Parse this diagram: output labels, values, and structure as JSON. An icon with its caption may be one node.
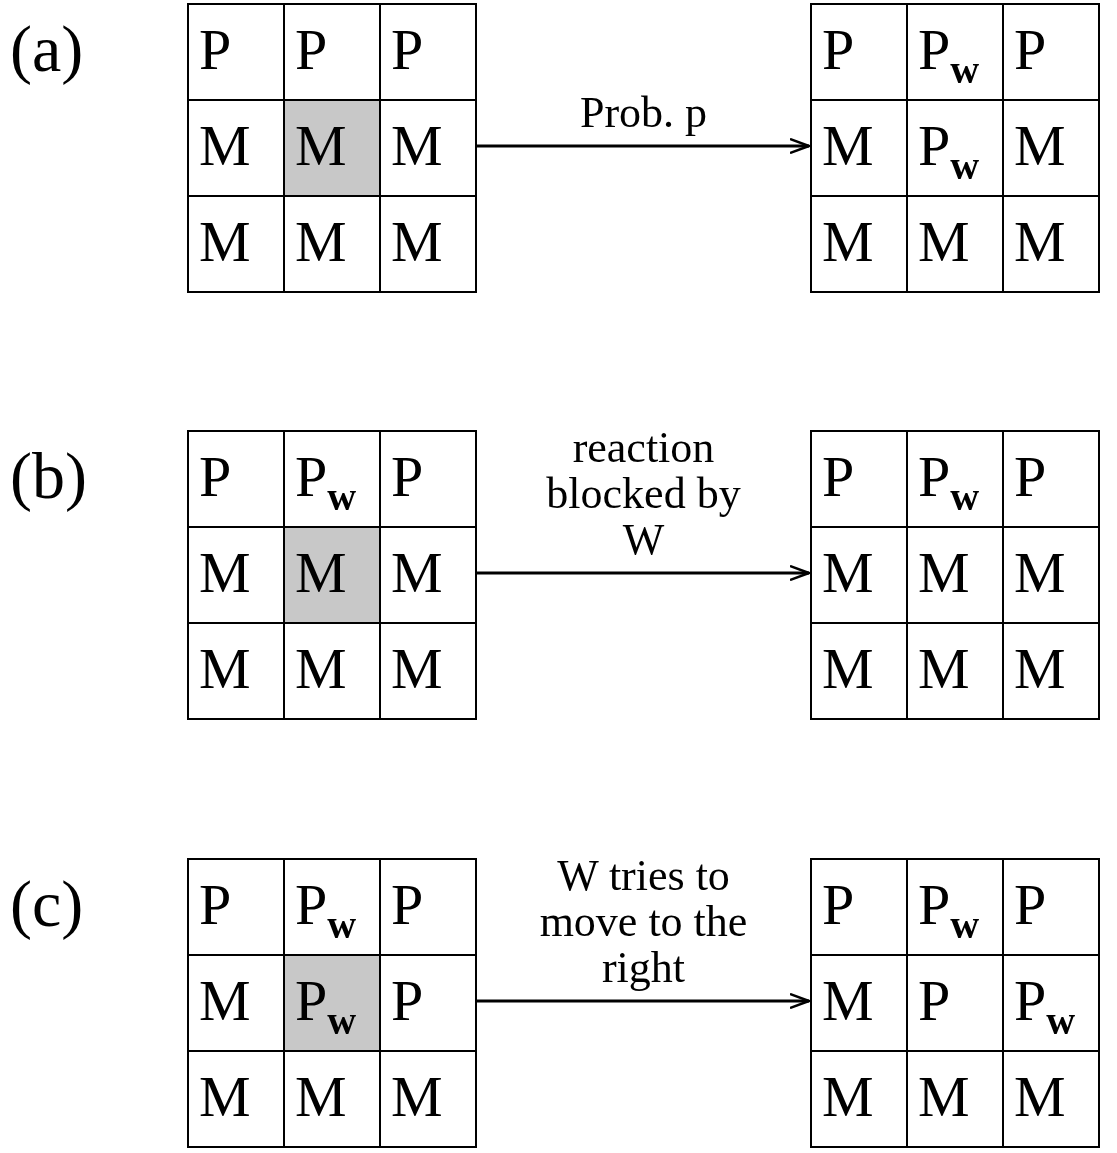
{
  "diagram": {
    "nodes": [
      {
        "text": [],
        "shape": "box"
      },
      {
        "text": [
          "P"
        ],
        "in": 0
      },
      {
        "text": [
          "P"
        ],
        "in": 0
      },
      {
        "text": [
          "P"
        ],
        "in": 0
      },
      {
        "text": [
          "M"
        ],
        "in": 0
      },
      {
        "text": [
          "M"
        ],
        "in": 0
      },
      {
        "text": [
          "M"
        ],
        "in": 0
      },
      {
        "text": [
          "M"
        ],
        "in": 0
      },
      {
        "text": [
          "M"
        ],
        "in": 0
      },
      {
        "text": [
          "M"
        ],
        "in": 0
      },
      {
        "text": [],
        "shape": "box"
      },
      {
        "text": [
          "P"
        ],
        "in": 10
      },
      {
        "text": [
          "P$_{w}$"
        ],
        "in": 10
      },
      {
        "text": [
          "P"
        ],
        "in": 10
      },
      {
        "text": [
          "M"
        ],
        "in": 10
      },
      {
        "text": [
          "P$_{w}$"
        ],
        "in": 10
      },
      {
        "text": [
          "M"
        ],
        "in": 10
      },
      {
        "text": [
          "M"
        ],
        "in": 10
      },
      {
        "text": [
          "M"
        ],
        "in": 10
      },
      {
        "text": [
          "M"
        ],
        "in": 10
      },
      {
        "text": [],
        "shape": "box"
      },
      {
        "text": [
          "P"
        ],
        "in": 20
      },
      {
        "text": [
          "P$_{w}$"
        ],
        "in": 20
      },
      {
        "text": [
          "P"
        ],
        "in": 20
      },
      {
        "text": [
          "M"
        ],
        "in": 20
      },
      {
        "text": [
          "M"
        ],
        "in": 20
      },
      {
        "text": [
          "M"
        ],
        "in": 20
      },
      {
        "text": [
          "M"
        ],
        "in": 20
      },
      {
        "text": [
          "M"
        ],
        "in": 20
      },
      {
        "text": [
          "M"
        ],
        "in": 20
      },
      {
        "text": [],
        "shape": "box"
      },
      {
        "text": [
          "P"
        ],
        "in": 30
      },
      {
        "text": [
          "P$_{w}$"
        ],
        "in": 30
      },
      {
        "text": [
          "P"
        ],
        "in": 30
      },
      {
        "text": [
          "M"
        ],
        "in": 30
      },
      {
        "text": [
          "M"
        ],
        "in": 30
      },
      {
        "text": [
          "M"
        ],
        "in": 30
      },
      {
        "text": [
          "M"
        ],
        "in": 30
      },
      {
        "text": [
          "M"
        ],
        "in": 30
      },
      {
        "text": [
          "M"
        ],
        "in": 30
      },
      {
        "text": [],
        "shape": "box"
      },
      {
        "text": [
          "P"
        ],
        "in": 40
      },
      {
        "text": [
          "P$_{w}$"
        ],
        "in": 40
      },
      {
        "text": [
          "P"
        ],
        "in": 40
      },
      {
        "text": [
          "M"
        ],
        "in": 40
      },
      {
        "text": [
          "P$_{w}$"
        ],
        "in": 40
      },
      {
        "text": [
          "P"
        ],
        "in": 40
      },
      {
        "text": [
          "M"
        ],
        "in": 40
      },
      {
        "text": [
          "M"
        ],
        "in": 40
      },
      {
        "text": [
          "M"
        ],
        "in": 40
      },
      {
        "text": [],
        "shape": "box"
      },
      {
        "text": [
          "P"
        ],
        "in": 50
      },
      {
        "text": [
          "P$_{w}$"
        ],
        "in": 50
      },
      {
        "text": [
          "P"
        ],
        "in": 50
      },
      {
        "text": [
          "M"
        ],
        "in": 50
      },
      {
        "text": [
          "P"
        ],
        "in": 50
      },
      {
        "text": [
          "P$_{w}$"
        ],
        "in": 50
      },
      {
        "text": [
          "M"
        ],
        "in": 50
      },
      {
        "text": [
          "M"
        ],
        "in": 50
      },
      {
        "text": [
          "M"
        ],
        "in": 50
      }
    ],
    "edges": [
      {
        "from": 0,
        "to": 10,
        "arrow": "to",
        "label": "Prob. p"
      },
      {
        "from": 20,
        "to": 30,
        "arrow": "to",
        "label": "reaction blocked by W"
      },
      {
        "from": 40,
        "to": 50,
        "arrow": "to",
        "label": "W tries to move to the right"
      }
    ],
    "labels": [
      "(a)",
      "(b)",
      "(c)"
    ]
  }
}
